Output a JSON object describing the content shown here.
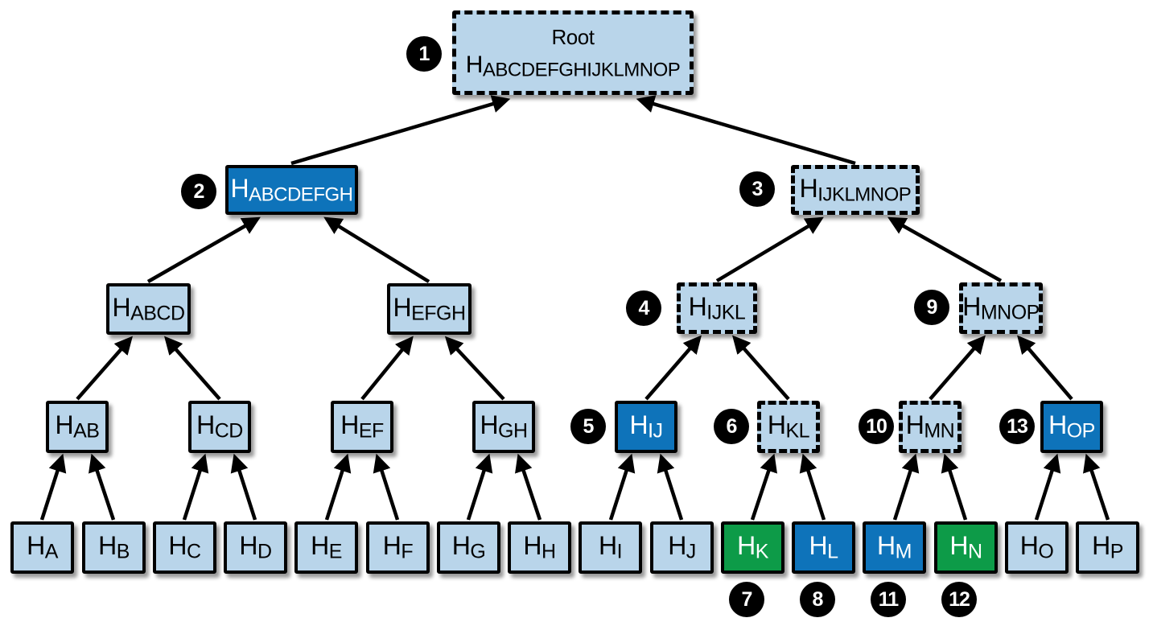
{
  "colors": {
    "light_blue": "#b9d5ea",
    "dark_blue": "#0e73ba",
    "green": "#0d9b48",
    "badge_black": "#000000",
    "arrow_black": "#000000"
  },
  "tree": {
    "root": {
      "title": "Root",
      "prefix": "H",
      "sub": "ABCDEFGHIJKLMNOP",
      "badge": "1",
      "variant": "dashed"
    },
    "level2": [
      {
        "prefix": "H",
        "sub": "ABCDEFGH",
        "badge": "2",
        "variant": "solid-dark"
      },
      {
        "prefix": "H",
        "sub": "IJKLMNOP",
        "badge": "3",
        "variant": "dashed"
      }
    ],
    "level3": [
      {
        "prefix": "H",
        "sub": "ABCD",
        "variant": "solid-light"
      },
      {
        "prefix": "H",
        "sub": "EFGH",
        "variant": "solid-light"
      },
      {
        "prefix": "H",
        "sub": "IJKL",
        "badge": "4",
        "variant": "dashed"
      },
      {
        "prefix": "H",
        "sub": "MNOP",
        "badge": "9",
        "variant": "dashed"
      }
    ],
    "level4": [
      {
        "prefix": "H",
        "sub": "AB",
        "variant": "solid-light"
      },
      {
        "prefix": "H",
        "sub": "CD",
        "variant": "solid-light"
      },
      {
        "prefix": "H",
        "sub": "EF",
        "variant": "solid-light"
      },
      {
        "prefix": "H",
        "sub": "GH",
        "variant": "solid-light"
      },
      {
        "prefix": "H",
        "sub": "IJ",
        "badge": "5",
        "variant": "solid-dark"
      },
      {
        "prefix": "H",
        "sub": "KL",
        "badge": "6",
        "variant": "dashed"
      },
      {
        "prefix": "H",
        "sub": "MN",
        "badge": "10",
        "variant": "dashed"
      },
      {
        "prefix": "H",
        "sub": "OP",
        "badge": "13",
        "variant": "solid-dark"
      }
    ],
    "leaves": [
      {
        "prefix": "H",
        "sub": "A",
        "variant": "solid-light"
      },
      {
        "prefix": "H",
        "sub": "B",
        "variant": "solid-light"
      },
      {
        "prefix": "H",
        "sub": "C",
        "variant": "solid-light"
      },
      {
        "prefix": "H",
        "sub": "D",
        "variant": "solid-light"
      },
      {
        "prefix": "H",
        "sub": "E",
        "variant": "solid-light"
      },
      {
        "prefix": "H",
        "sub": "F",
        "variant": "solid-light"
      },
      {
        "prefix": "H",
        "sub": "G",
        "variant": "solid-light"
      },
      {
        "prefix": "H",
        "sub": "H",
        "variant": "solid-light"
      },
      {
        "prefix": "H",
        "sub": "I",
        "variant": "solid-light"
      },
      {
        "prefix": "H",
        "sub": "J",
        "variant": "solid-light"
      },
      {
        "prefix": "H",
        "sub": "K",
        "badge": "7",
        "variant": "solid-green"
      },
      {
        "prefix": "H",
        "sub": "L",
        "badge": "8",
        "variant": "solid-dark"
      },
      {
        "prefix": "H",
        "sub": "M",
        "badge": "11",
        "variant": "solid-dark"
      },
      {
        "prefix": "H",
        "sub": "N",
        "badge": "12",
        "variant": "solid-green"
      },
      {
        "prefix": "H",
        "sub": "O",
        "variant": "solid-light"
      },
      {
        "prefix": "H",
        "sub": "P",
        "variant": "solid-light"
      }
    ]
  }
}
